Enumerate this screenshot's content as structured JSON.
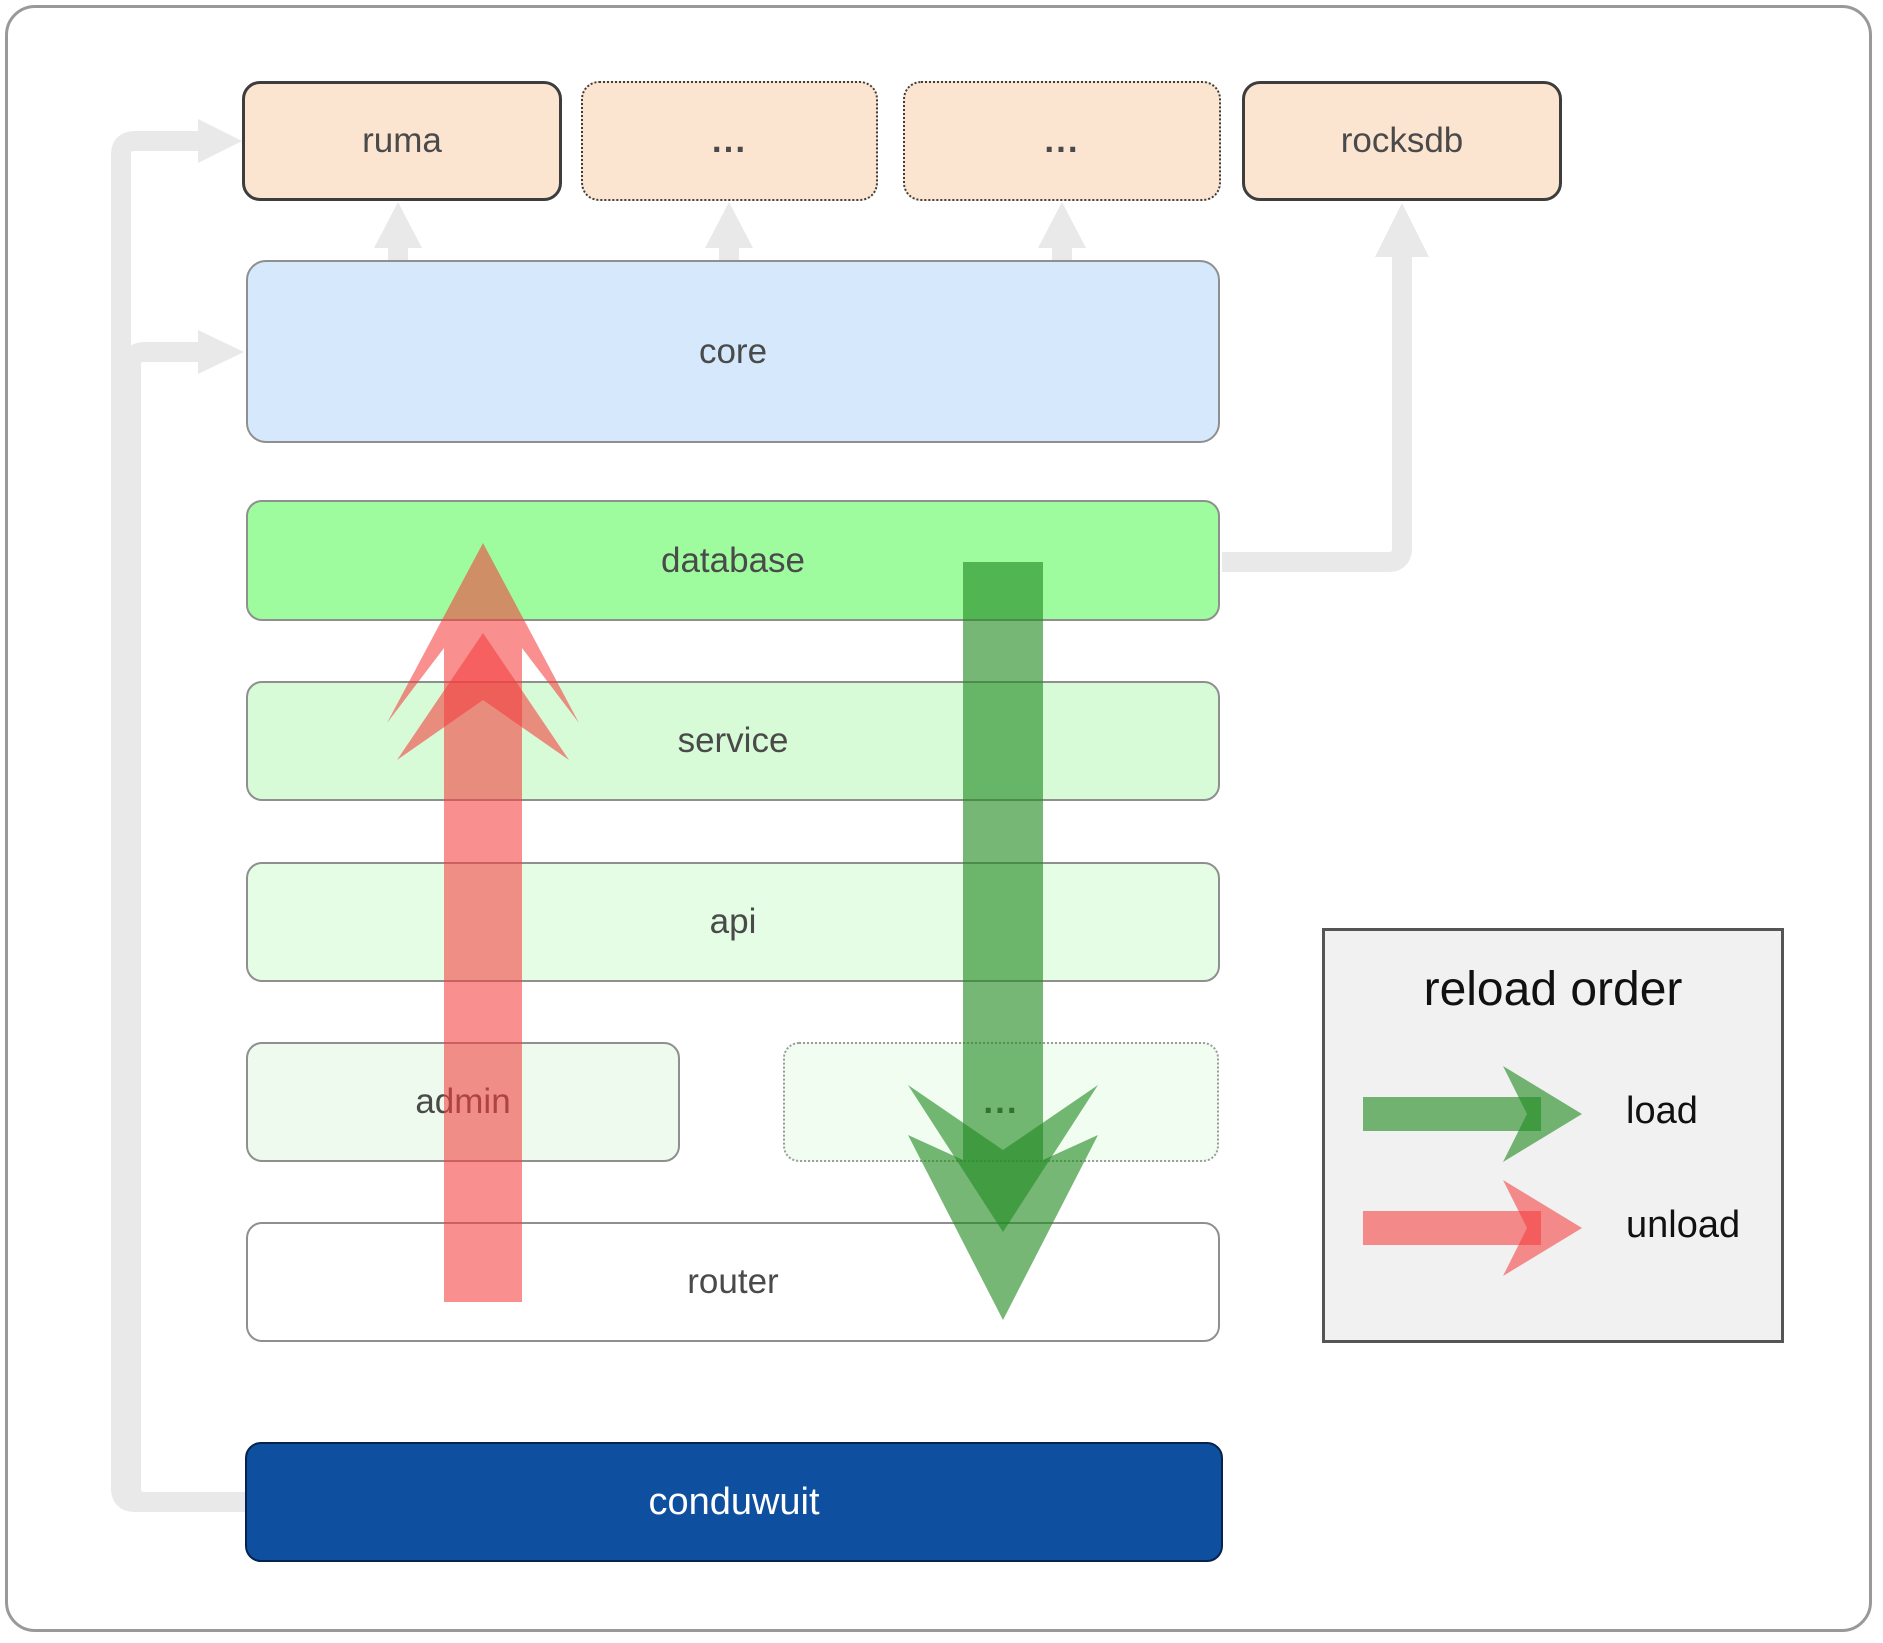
{
  "nodes": {
    "top_row": [
      {
        "id": "ruma",
        "label": "ruma"
      },
      {
        "id": "dots-1",
        "label": "..."
      },
      {
        "id": "dots-2",
        "label": "..."
      },
      {
        "id": "rocksdb",
        "label": "rocksdb"
      }
    ],
    "core": {
      "label": "core"
    },
    "database": {
      "label": "database"
    },
    "service": {
      "label": "service"
    },
    "api": {
      "label": "api"
    },
    "admin": {
      "label": "admin"
    },
    "admin_dots": {
      "label": "..."
    },
    "router": {
      "label": "router"
    },
    "conduwuit": {
      "label": "conduwuit"
    }
  },
  "legend": {
    "title": "reload order",
    "items": [
      {
        "label": "load",
        "arrow": "green-right-arrow"
      },
      {
        "label": "unload",
        "arrow": "red-right-arrow"
      }
    ]
  },
  "colors": {
    "peach": "#FBE5D1",
    "core_blue": "#D6E8FB",
    "db_green": "#9EFC9E",
    "service_green": "#D7FAD7",
    "api_green": "#E5FCE5",
    "admin_green": "#EDFAED",
    "admin_dots_green": "#F1FDF1",
    "conduwuit_blue": "#0E509F",
    "connector_gray": "#E9E9E9",
    "load_green": "#228B22",
    "unload_red": "#F53E3E",
    "legend_bg": "#F1F1F1"
  }
}
